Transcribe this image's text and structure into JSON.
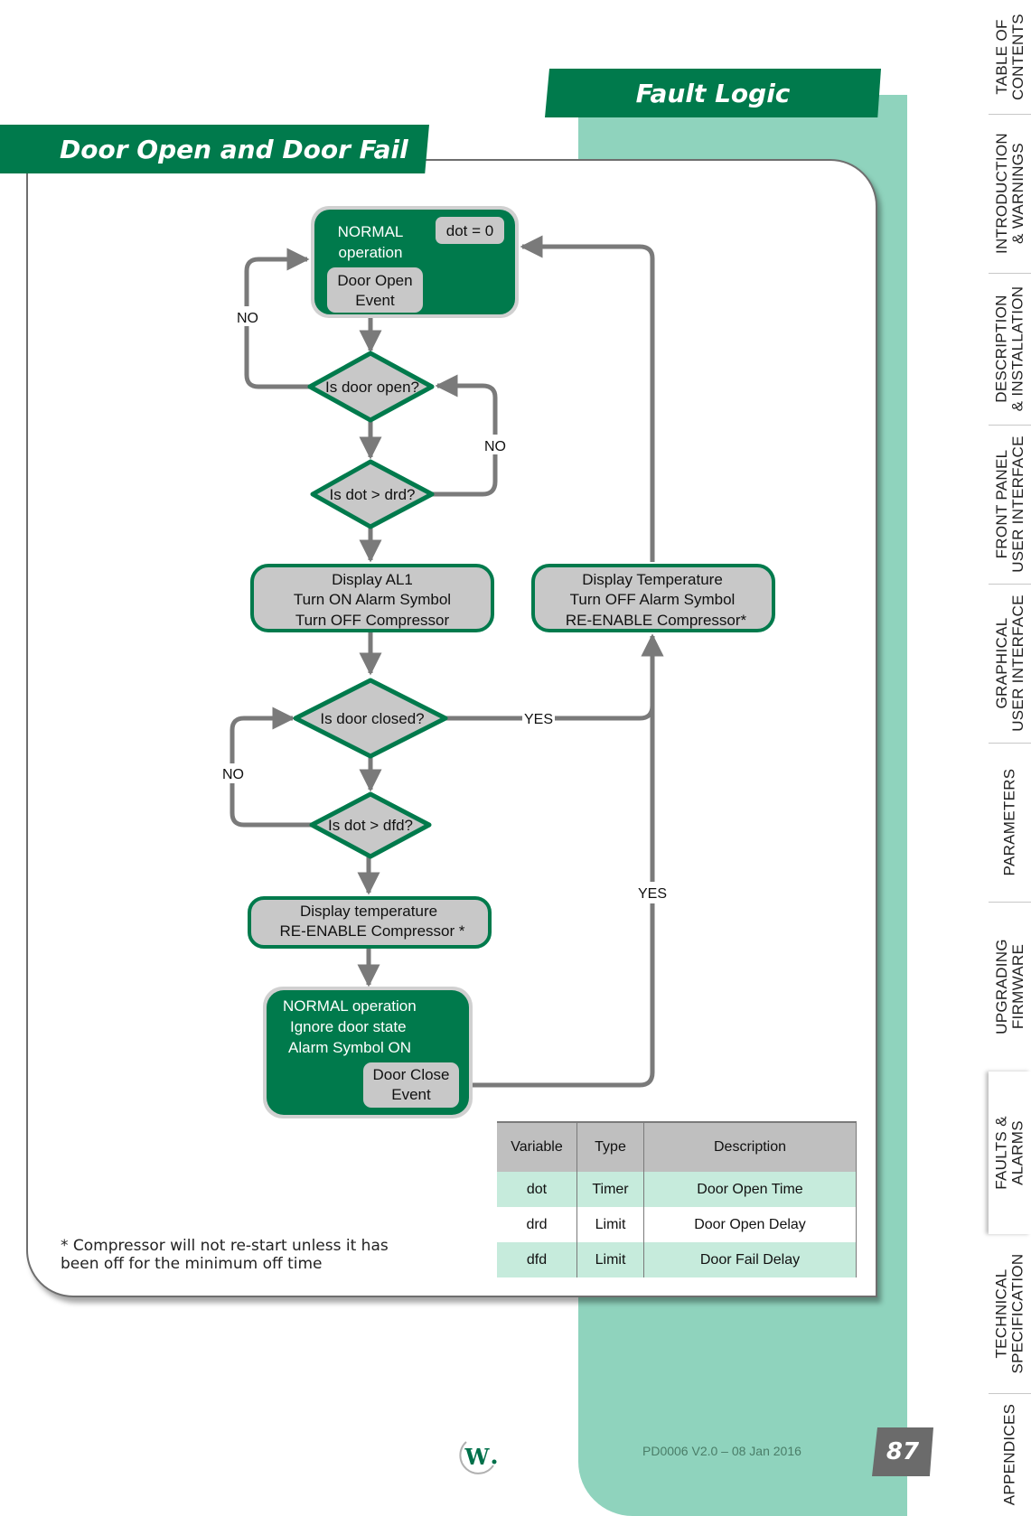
{
  "banners": {
    "fault_logic": "Fault Logic",
    "door_open_fail": "Door Open and Door Fail"
  },
  "flowchart": {
    "start_box": {
      "title_line1": "NORMAL",
      "title_line2": "operation",
      "badge": "dot = 0",
      "event_line1": "Door Open",
      "event_line2": "Event"
    },
    "q_door_open": "Is door open?",
    "q_dot_drd": "Is dot > drd?",
    "alarm_box": {
      "line1": "Display AL1",
      "line2": "Turn ON Alarm Symbol",
      "line3": "Turn OFF Compressor"
    },
    "restore_box": {
      "line1": "Display Temperature",
      "line2": "Turn OFF Alarm Symbol",
      "line3": "RE-ENABLE Compressor*"
    },
    "q_door_closed": "Is door closed?",
    "q_dot_dfd": "Is dot > dfd?",
    "temp_box": {
      "line1": "Display temperature",
      "line2": "RE-ENABLE Compressor *"
    },
    "end_box": {
      "line1": "NORMAL operation",
      "line2": "Ignore door state",
      "line3": "Alarm Symbol ON",
      "event_line1": "Door Close",
      "event_line2": "Event"
    },
    "labels": {
      "no_1": "NO",
      "no_2": "NO",
      "no_3": "NO",
      "yes_1": "YES",
      "yes_2": "YES"
    },
    "colors": {
      "green": "#007a4c",
      "box_fill": "#c8c8c8",
      "arrow": "#7a7a7a",
      "mint": "#8fd3bd"
    }
  },
  "variables_table": {
    "headers": [
      "Variable",
      "Type",
      "Description"
    ],
    "rows": [
      [
        "dot",
        "Timer",
        "Door Open Time"
      ],
      [
        "drd",
        "Limit",
        "Door Open Delay"
      ],
      [
        "dfd",
        "Limit",
        "Door Fail Delay"
      ]
    ]
  },
  "footnote": "* Compressor will not re-start unless it has\nbeen off for the minimum off time",
  "footer": {
    "doc_id": "PD0006 V2.0 – 08 Jan 2016",
    "page_number": "87",
    "logo_icon": "w-logo-icon"
  },
  "side_tabs": [
    {
      "line1": "TABLE OF",
      "line2": "CONTENTS"
    },
    {
      "line1": "INTRODUCTION",
      "line2": "& WARNINGS"
    },
    {
      "line1": "DESCRIPTION",
      "line2": "& INSTALLATION"
    },
    {
      "line1": "FRONT PANEL",
      "line2": "USER INTERFACE"
    },
    {
      "line1": "GRAPHICAL",
      "line2": "USER INTERFACE"
    },
    {
      "line1": "PARAMETERS",
      "line2": ""
    },
    {
      "line1": "UPGRADING",
      "line2": "FIRMWARE"
    },
    {
      "line1": "FAULTS &",
      "line2": "ALARMS"
    },
    {
      "line1": "TECHNICAL",
      "line2": "SPECIFICATION"
    },
    {
      "line1": "APPENDICES",
      "line2": ""
    }
  ]
}
